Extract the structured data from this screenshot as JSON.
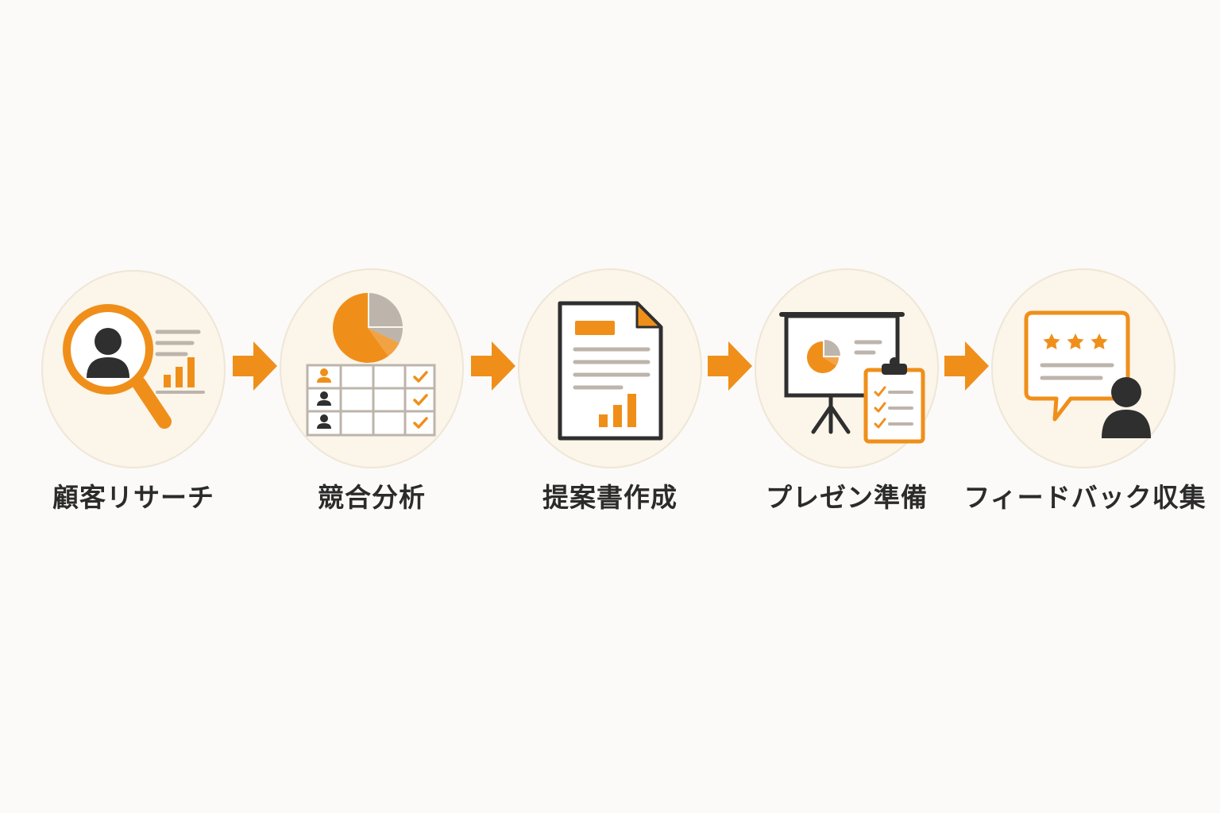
{
  "colors": {
    "accent": "#ef8f1a",
    "dark": "#2f2f2f",
    "gray": "#bdb4ab",
    "circle_fill": "#fbf5ea",
    "background": "#fbfaf8"
  },
  "steps": [
    {
      "label": "顧客リサーチ",
      "icon": "magnifier-user-icon"
    },
    {
      "label": "競合分析",
      "icon": "pie-chart-comparison-table-icon"
    },
    {
      "label": "提案書作成",
      "icon": "document-icon"
    },
    {
      "label": "プレゼン準備",
      "icon": "presentation-board-clipboard-icon"
    },
    {
      "label": "フィードバック収集",
      "icon": "speech-bubble-rating-icon"
    }
  ]
}
